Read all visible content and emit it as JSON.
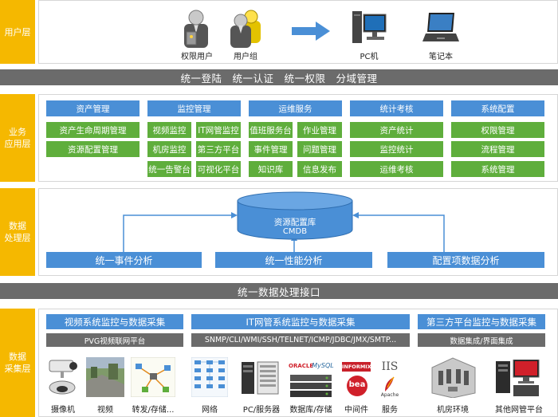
{
  "layers": {
    "user": "用户层",
    "business": "业务\n应用层",
    "data_processing": "数据\n处理层",
    "data_collection": "数据\n采集层"
  },
  "user_layer": {
    "items": [
      "权限用户",
      "用户组",
      "PC机",
      "笔记本"
    ]
  },
  "unified_bar": "统一登陆　统一认证　统一权限　分域管理",
  "business": {
    "columns": [
      {
        "header": "资产管理",
        "items": [
          "资产生命周期管理",
          "资源配置管理"
        ]
      },
      {
        "header": "监控管理",
        "items": [
          "视频监控",
          "IT网管监控",
          "机房监控",
          "第三方平台",
          "统一告警台",
          "可视化平台"
        ]
      },
      {
        "header": "运维服务",
        "items": [
          "值班服务台",
          "作业管理",
          "事件管理",
          "问题管理",
          "知识库",
          "信息发布"
        ]
      },
      {
        "header": "统计考核",
        "items": [
          "资产统计",
          "监控统计",
          "运维考核"
        ]
      },
      {
        "header": "系统配置",
        "items": [
          "权限管理",
          "流程管理",
          "系统管理"
        ]
      }
    ]
  },
  "data_processing": {
    "cmdb_title": "资源配置库",
    "cmdb_sub": "CMDB",
    "analysis": [
      "统一事件分析",
      "统一性能分析",
      "配置项数据分析"
    ]
  },
  "interface_bar": "统一数据处理接口",
  "data_collection": {
    "groups": [
      {
        "title": "视频系统监控与数据采集",
        "protocol": "PVG视频联网平台",
        "captions": [
          "摄像机",
          "视频",
          "转发/存储..."
        ]
      },
      {
        "title": "IT网管系统监控与数据采集",
        "protocol": "SNMP/CLI/WMI/SSH/TELNET/ICMP/JDBC/JMX/SMTP...",
        "captions": [
          "网络",
          "PC/服务器",
          "数据库/存储",
          "中间件",
          "服务"
        ]
      },
      {
        "title": "第三方平台监控与数据采集",
        "protocol": "数据集成/界面集成",
        "captions": [
          "机房环境",
          "其他网管平台"
        ]
      }
    ],
    "logo_text": {
      "oracle": "ORACLE",
      "mysql": "MySQL",
      "informix": "INFORMIX",
      "bea": "bea",
      "iis": "IIS",
      "apache": "Apache"
    }
  },
  "colors": {
    "layer": "#f5b800",
    "blue": "#4a8fd6",
    "green": "#5fae3c",
    "gray": "#6b6b6b"
  }
}
